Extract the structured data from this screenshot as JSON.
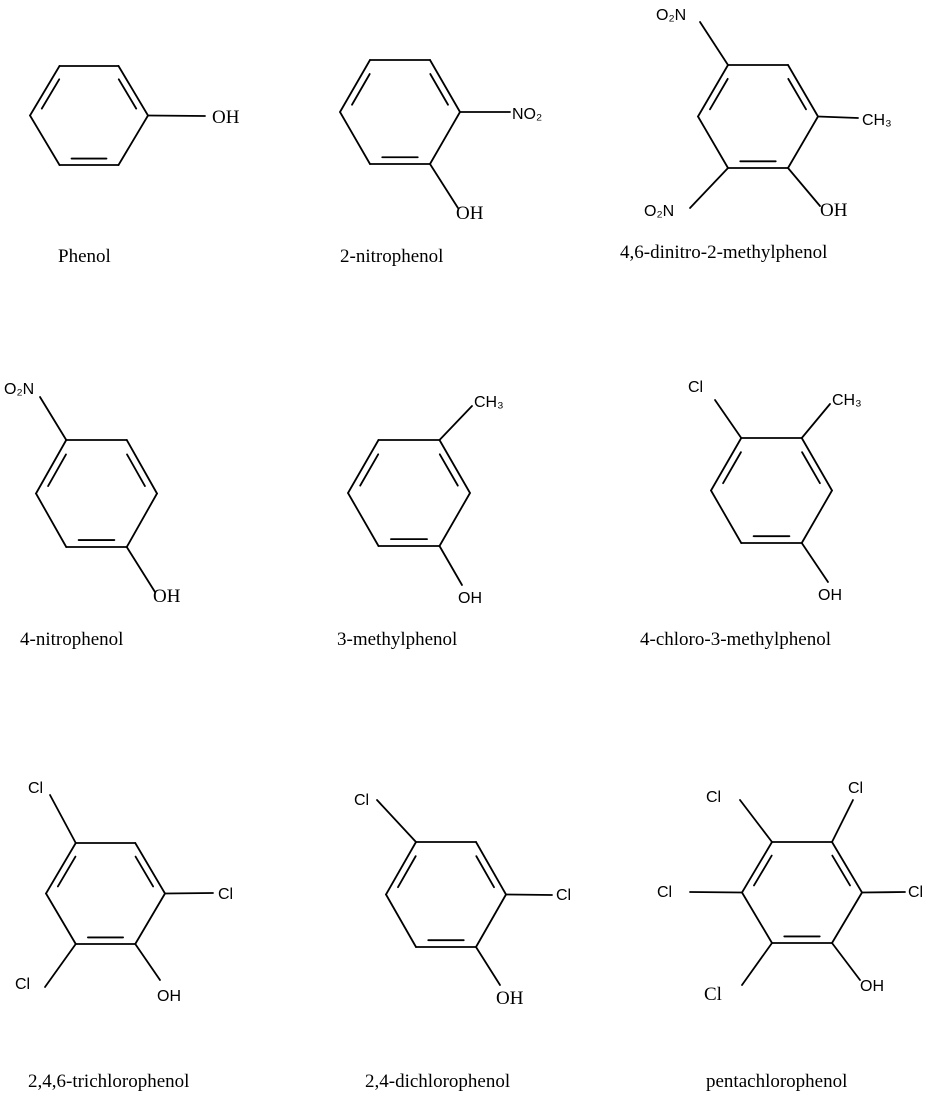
{
  "molecules": [
    {
      "name": "Phenol",
      "labels": [
        "OH"
      ]
    },
    {
      "name": "2-nitrophenol",
      "labels": [
        "NO₂",
        "OH"
      ]
    },
    {
      "name": "4,6-dinitro-2-methylphenol",
      "labels": [
        "O₂N",
        "CH₃",
        "O₂N",
        "OH"
      ]
    },
    {
      "name": "4-nitrophenol",
      "labels": [
        "O₂N",
        "OH"
      ]
    },
    {
      "name": "3-methylphenol",
      "labels": [
        "CH₃",
        "OH"
      ]
    },
    {
      "name": "4-chloro-3-methylphenol",
      "labels": [
        "Cl",
        "CH₃",
        "OH"
      ]
    },
    {
      "name": "2,4,6-trichlorophenol",
      "labels": [
        "Cl",
        "Cl",
        "Cl",
        "OH"
      ]
    },
    {
      "name": "2,4-dichlorophenol",
      "labels": [
        "Cl",
        "Cl",
        "OH"
      ]
    },
    {
      "name": "pentachlorophenol",
      "labels": [
        "Cl",
        "Cl",
        "Cl",
        "Cl",
        "Cl",
        "OH"
      ]
    }
  ]
}
